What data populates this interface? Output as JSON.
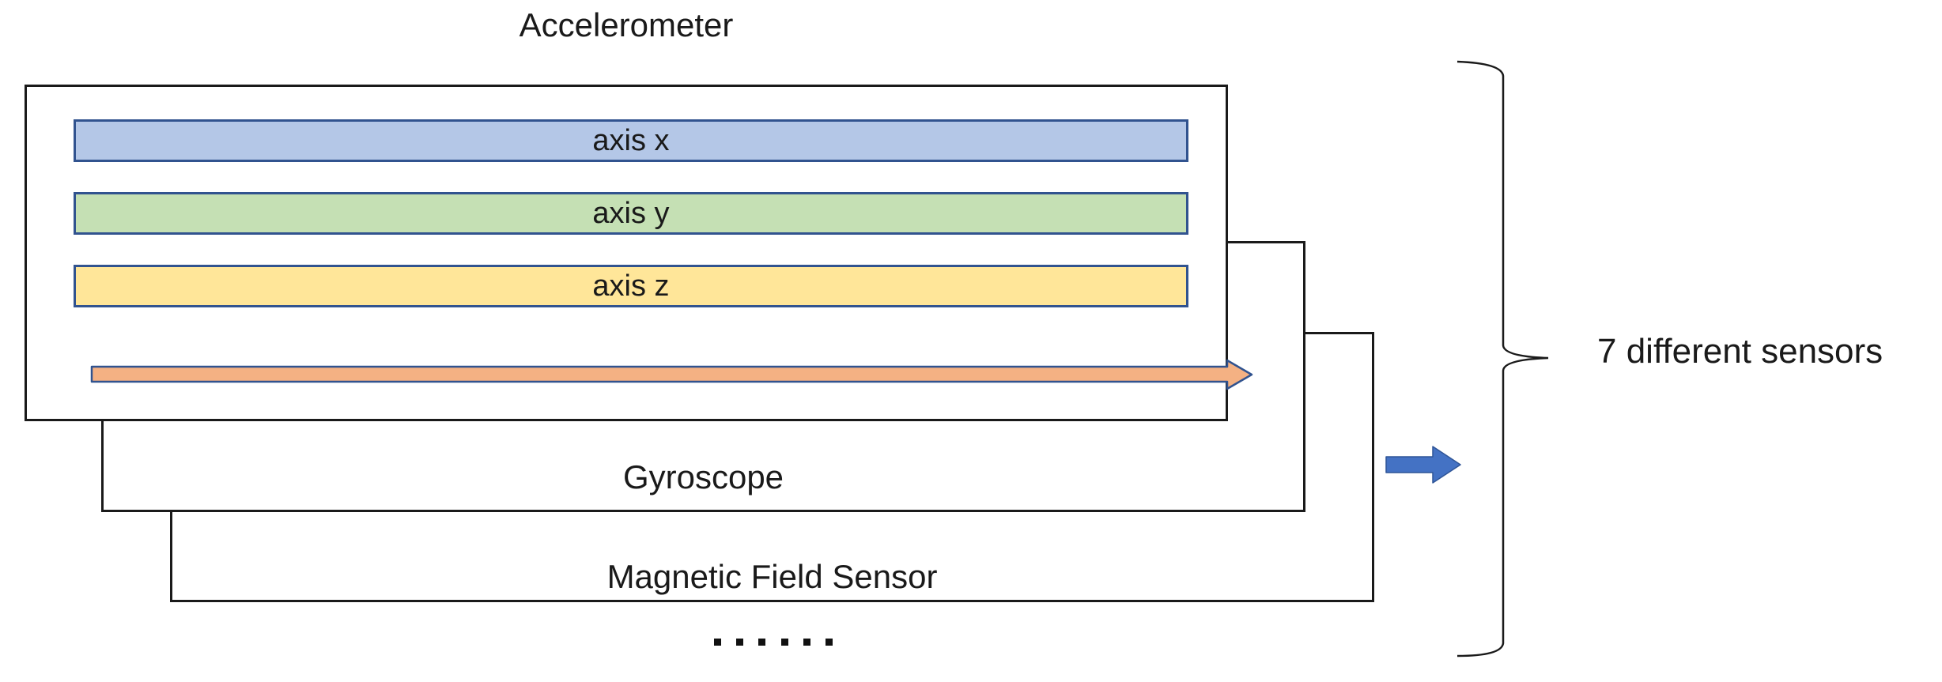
{
  "diagram": {
    "title": "Accelerometer",
    "axes": [
      {
        "label": "axis x",
        "fill": "#b4c7e7"
      },
      {
        "label": "axis y",
        "fill": "#c5e0b4"
      },
      {
        "label": "axis z",
        "fill": "#ffe699"
      }
    ],
    "stacked_sensors": [
      {
        "label": "Gyroscope"
      },
      {
        "label": "Magnetic Field Sensor"
      }
    ],
    "ellipsis": "......",
    "annotation": "7 different sensors",
    "colors": {
      "box_border": "#1a1a1a",
      "bar_border": "#31538f",
      "axis_x_fill": "#b4c7e7",
      "axis_y_fill": "#c5e0b4",
      "axis_z_fill": "#ffe699",
      "time_arrow_fill": "#f4b183",
      "output_arrow_fill": "#4472c4"
    }
  }
}
